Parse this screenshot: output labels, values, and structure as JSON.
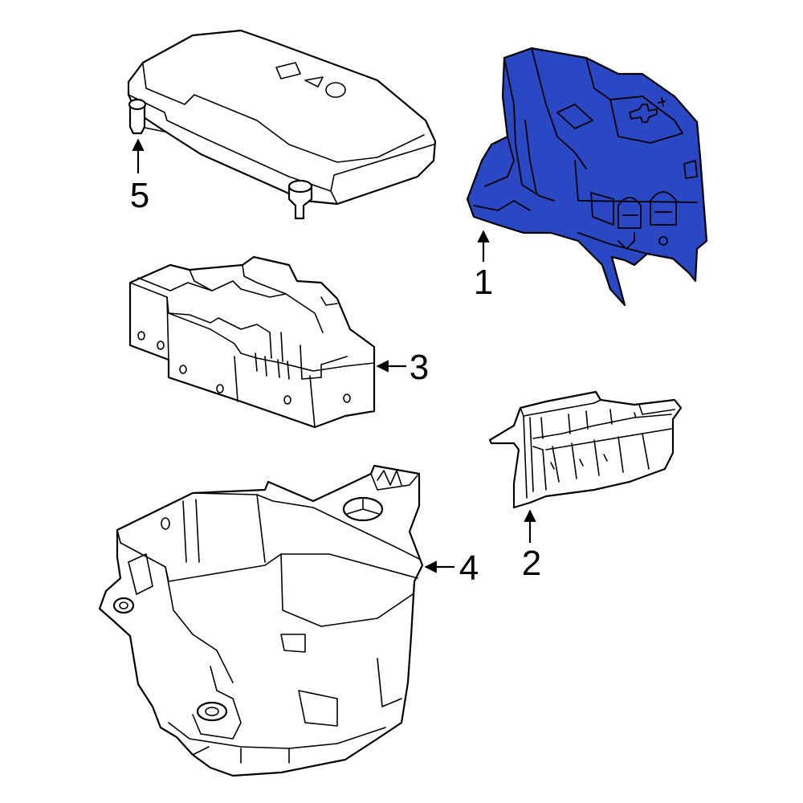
{
  "colors": {
    "highlight": "#2a47c4",
    "line": "#000000",
    "background": "#ffffff"
  },
  "callouts": {
    "part1": "1",
    "part2": "2",
    "part3": "3",
    "part4": "4",
    "part5": "5"
  }
}
